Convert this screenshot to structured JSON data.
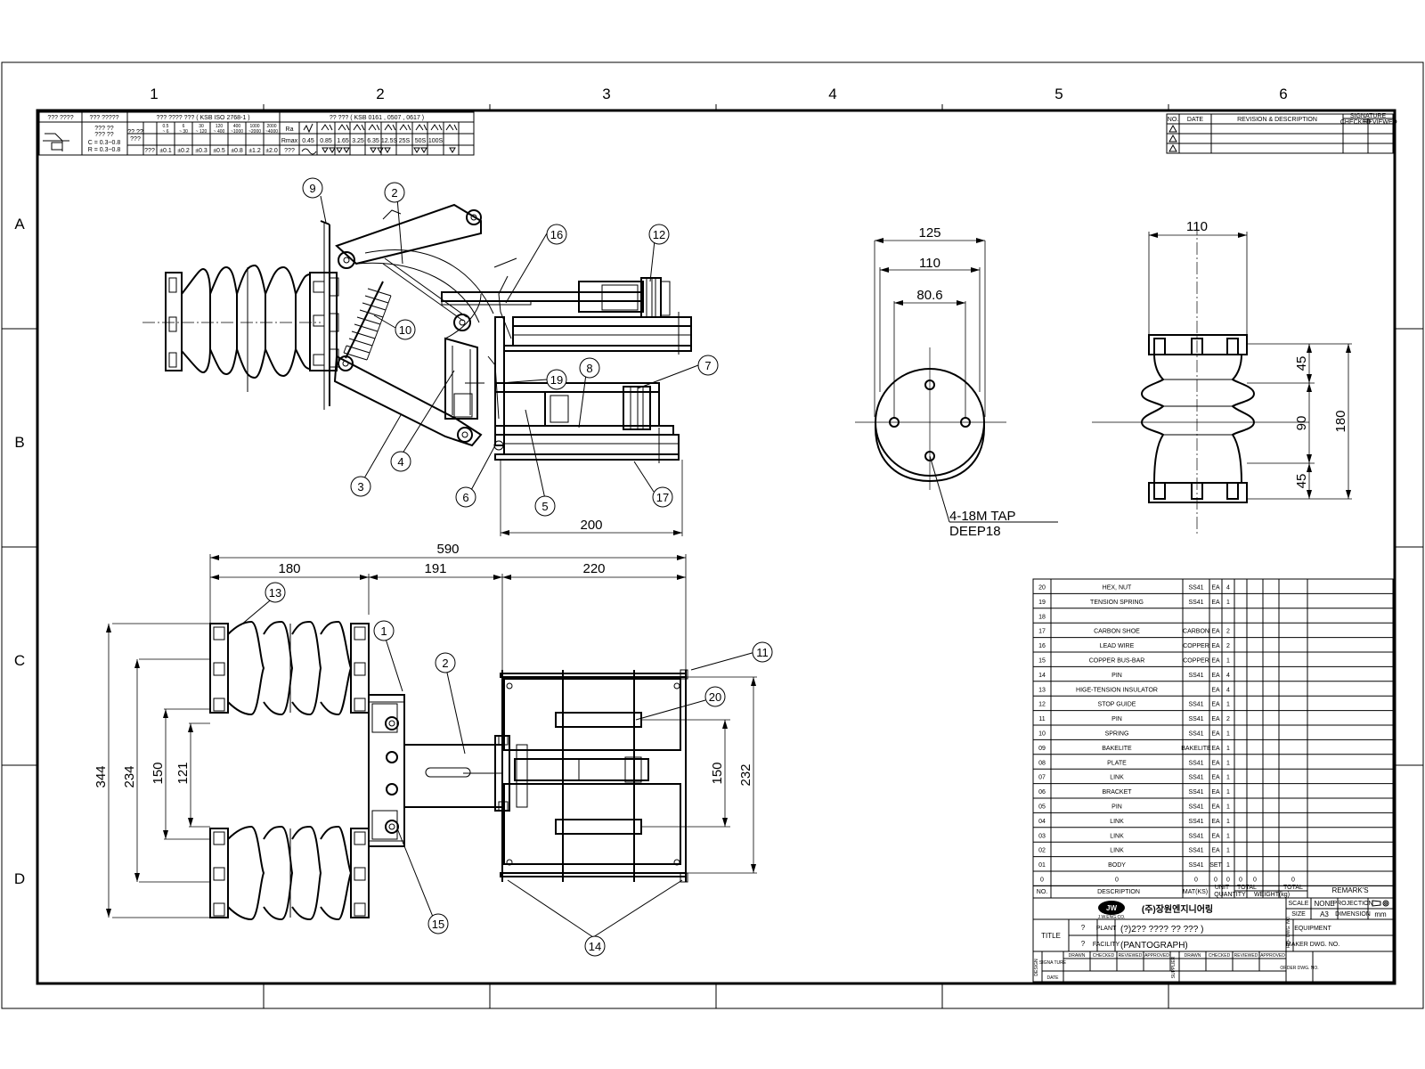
{
  "zones": {
    "columns": [
      "1",
      "2",
      "3",
      "4",
      "5",
      "6"
    ],
    "rows": [
      "A",
      "B",
      "C",
      "D"
    ]
  },
  "tolerance_block": {
    "h1": "??? ????",
    "h2": "??? ?????",
    "h3": "??? ???? ??? ( KSB ISO 2768-1 )",
    "h4": "?? ??? ( KSB 0161 , 0507 , 0617 )",
    "h_alt1": "??? ??\n??? ??",
    "c_eq": "C = 0.3~0.8",
    "r_eq": "R = 0.3~0.8",
    "grade": "?? ??",
    "grade2": "???",
    "ranges": [
      "0.5\n~ 6",
      "6\n~ 30",
      "30\n~ 120",
      "120\n~ 400",
      "400\n~1000",
      "1000\n~2000",
      "2000\n~4000"
    ],
    "tols": [
      "±0.1",
      "±0.2",
      "±0.3",
      "±0.5",
      "±0.8",
      "±1.2",
      "±2.0"
    ],
    "ra": "Ra",
    "rmax": "Rmax",
    "rough_vals": [
      "0.45",
      "0.85",
      "1.65",
      "3.25",
      "6.35",
      "12.5S",
      "25S",
      "50S",
      "100S"
    ],
    "q3": "???",
    "q3b": "???"
  },
  "revision_block": {
    "no": "NO.",
    "date": "DATE",
    "rev": "REVISION & DESCRIPTION",
    "sig": "SIGNATURE",
    "checked": "CHECKED",
    "reviewed": "REVIEWED"
  },
  "dims": {
    "d125": "125",
    "d110a": "110",
    "d806": "80.6",
    "tap": "4-18M TAP",
    "deep": "DEEP18",
    "d110b": "110",
    "d45a": "45",
    "d90": "90",
    "d45b": "45",
    "d180": "180",
    "d200": "200",
    "d590": "590",
    "d180b": "180",
    "d191": "191",
    "d220": "220",
    "d344": "344",
    "d234": "234",
    "d150a": "150",
    "d121": "121",
    "d150b": "150",
    "d232": "232"
  },
  "balloons": {
    "b9": "9",
    "b2": "2",
    "b16": "16",
    "b12": "12",
    "b10": "10",
    "b7": "7",
    "b8": "8",
    "b19": "19",
    "b4": "4",
    "b3": "3",
    "b6": "6",
    "b5": "5",
    "b17": "17",
    "b13": "13",
    "b1": "1",
    "b2b": "2",
    "b11": "11",
    "b20": "20",
    "b15": "15",
    "b14": "14"
  },
  "bom": [
    {
      "no": "20",
      "desc": "HEX, NUT",
      "mat": "SS41",
      "unit": "EA",
      "qty": "4"
    },
    {
      "no": "19",
      "desc": "TENSION SPRING",
      "mat": "SS41",
      "unit": "EA",
      "qty": "1"
    },
    {
      "no": "18",
      "desc": "",
      "mat": "",
      "unit": "",
      "qty": ""
    },
    {
      "no": "17",
      "desc": "CARBON SHOE",
      "mat": "CARBON",
      "unit": "EA",
      "qty": "2"
    },
    {
      "no": "16",
      "desc": "LEAD WIRE",
      "mat": "COPPER",
      "unit": "EA",
      "qty": "2"
    },
    {
      "no": "15",
      "desc": "COPPER BUS-BAR",
      "mat": "COPPER",
      "unit": "EA",
      "qty": "1"
    },
    {
      "no": "14",
      "desc": "PIN",
      "mat": "SS41",
      "unit": "EA",
      "qty": "4"
    },
    {
      "no": "13",
      "desc": "HIGE-TENSION INSULATOR",
      "mat": "",
      "unit": "EA",
      "qty": "4"
    },
    {
      "no": "12",
      "desc": "STOP GUIDE",
      "mat": "SS41",
      "unit": "EA",
      "qty": "1"
    },
    {
      "no": "11",
      "desc": "PIN",
      "mat": "SS41",
      "unit": "EA",
      "qty": "2"
    },
    {
      "no": "10",
      "desc": "SPRING",
      "mat": "SS41",
      "unit": "EA",
      "qty": "1"
    },
    {
      "no": "09",
      "desc": "BAKELITE",
      "mat": "BAKELITE",
      "unit": "EA",
      "qty": "1"
    },
    {
      "no": "08",
      "desc": "PLATE",
      "mat": "SS41",
      "unit": "EA",
      "qty": "1"
    },
    {
      "no": "07",
      "desc": "LINK",
      "mat": "SS41",
      "unit": "EA",
      "qty": "1"
    },
    {
      "no": "06",
      "desc": "BRACKET",
      "mat": "SS41",
      "unit": "EA",
      "qty": "1"
    },
    {
      "no": "05",
      "desc": "PIN",
      "mat": "SS41",
      "unit": "EA",
      "qty": "1"
    },
    {
      "no": "04",
      "desc": "LINK",
      "mat": "SS41",
      "unit": "EA",
      "qty": "1"
    },
    {
      "no": "03",
      "desc": "LINK",
      "mat": "SS41",
      "unit": "EA",
      "qty": "1"
    },
    {
      "no": "02",
      "desc": "LINK",
      "mat": "SS41",
      "unit": "EA",
      "qty": "1"
    },
    {
      "no": "01",
      "desc": "BODY",
      "mat": "SS41",
      "unit": "SET",
      "qty": "1"
    },
    {
      "no": "0",
      "desc": "0",
      "mat": "0",
      "unit": "0",
      "qty": "0"
    }
  ],
  "bom_header": {
    "no": "NO.",
    "desc": "DESCRIPTION",
    "mat": "MAT(KS)",
    "unit": "UNIT",
    "qty": "QUANTITY",
    "total": "TOTAL",
    "weight": "WEIGHT(kg)",
    "remarks": "REMARK'S",
    "last_total": "0"
  },
  "title_block": {
    "company": "(주)장원엔지니어링",
    "logo": "JW",
    "logo_sub": "J.W.ENG.CO.",
    "scale_lbl": "SCALE",
    "scale_val": "NONE",
    "projection_lbl": "PROJECTION",
    "size_lbl": "SIZE",
    "size_val": "A3",
    "dimension_lbl": "DIMENSION",
    "dimension_val": "mm",
    "title_lbl": "TITLE",
    "plant_q": "?",
    "plant_lbl": "PLANT",
    "facility_q": "?",
    "facility_lbl": "FACILITY",
    "name_line1": "(?)2?? ???? ?? ??? )",
    "name_line2": "(PANTOGRAPH)",
    "equip_lbl": "EQUIPMENT",
    "maker_lbl": "MAKER DWG. NO.",
    "order_lbl": "ORDER DWG. NO.",
    "design_lbl": "DESIGN",
    "supplier_lbl": "SUPPLIER",
    "sign_lbl": "SIGNA TURE",
    "date_lbl": "DATE",
    "drawn": "DRAWN",
    "checked": "CHECKED",
    "reviewed": "REVIEWED",
    "approved": "APPROVED",
    "ref_lbl": "REF. DWG. NO.",
    "ref2_lbl": "REF. DWG. NO."
  }
}
